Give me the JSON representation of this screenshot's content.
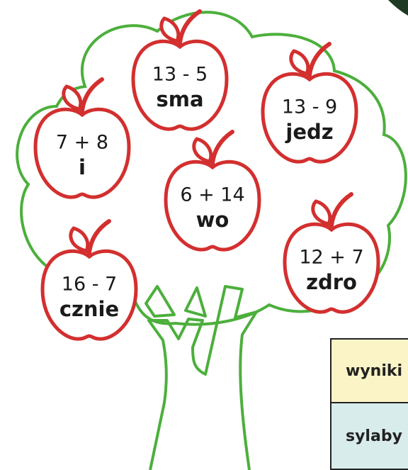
{
  "apples": [
    {
      "equation": "13 - 5",
      "syllable": "sma"
    },
    {
      "equation": "13 - 9",
      "syllable": "jedz"
    },
    {
      "equation": "7 + 8",
      "syllable": "i"
    },
    {
      "equation": "6 + 14",
      "syllable": "wo"
    },
    {
      "equation": "12 + 7",
      "syllable": "zdro"
    },
    {
      "equation": "16 - 7",
      "syllable": "cznie"
    }
  ],
  "table": {
    "results_label": "wyniki",
    "syllables_label": "sylaby"
  },
  "colors": {
    "apple_outline": "#d32f2f",
    "tree_outline": "#4caf3c",
    "results_bg": "#fbf4c6",
    "syllables_bg": "#d9ecec"
  }
}
